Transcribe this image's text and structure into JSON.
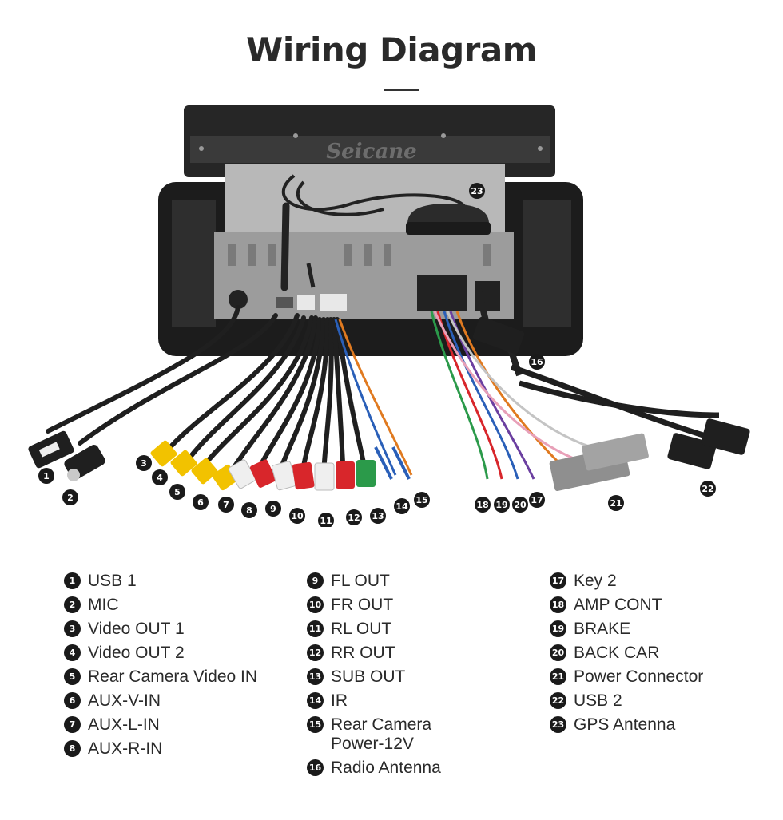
{
  "header": {
    "title": "Wiring Diagram"
  },
  "device": {
    "brand": "Seicane"
  },
  "colors": {
    "badge": "#1a1a1a",
    "cable": "#222222",
    "rca_yellow": "#f2c200",
    "rca_red": "#d8262b",
    "rca_white": "#efefef",
    "rca_green": "#2b9a4a",
    "connector_grey": "#8f8f8f"
  },
  "legend": {
    "columns": [
      [
        {
          "num": "1",
          "label": "USB 1"
        },
        {
          "num": "2",
          "label": "MIC"
        },
        {
          "num": "3",
          "label": "Video OUT 1"
        },
        {
          "num": "4",
          "label": "Video OUT 2"
        },
        {
          "num": "5",
          "label": "Rear Camera Video IN"
        },
        {
          "num": "6",
          "label": "AUX-V-IN"
        },
        {
          "num": "7",
          "label": "AUX-L-IN"
        },
        {
          "num": "8",
          "label": "AUX-R-IN"
        }
      ],
      [
        {
          "num": "9",
          "label": "FL OUT"
        },
        {
          "num": "10",
          "label": "FR OUT"
        },
        {
          "num": "11",
          "label": "RL OUT"
        },
        {
          "num": "12",
          "label": "RR OUT"
        },
        {
          "num": "13",
          "label": "SUB OUT"
        },
        {
          "num": "14",
          "label": "IR"
        },
        {
          "num": "15",
          "label": "Rear Camera\nPower-12V"
        },
        {
          "num": "16",
          "label": "Radio Antenna"
        }
      ],
      [
        {
          "num": "17",
          "label": "Key 2"
        },
        {
          "num": "18",
          "label": "AMP CONT"
        },
        {
          "num": "19",
          "label": "BRAKE"
        },
        {
          "num": "20",
          "label": "BACK CAR"
        },
        {
          "num": "21",
          "label": "Power Connector"
        },
        {
          "num": "22",
          "label": "USB 2"
        },
        {
          "num": "23",
          "label": "GPS Antenna"
        }
      ]
    ]
  },
  "markers": [
    {
      "num": "1"
    },
    {
      "num": "2"
    },
    {
      "num": "3"
    },
    {
      "num": "4"
    },
    {
      "num": "5"
    },
    {
      "num": "6"
    },
    {
      "num": "7"
    },
    {
      "num": "8"
    },
    {
      "num": "9"
    },
    {
      "num": "10"
    },
    {
      "num": "11"
    },
    {
      "num": "12"
    },
    {
      "num": "13"
    },
    {
      "num": "14"
    },
    {
      "num": "15"
    },
    {
      "num": "16"
    },
    {
      "num": "17"
    },
    {
      "num": "18"
    },
    {
      "num": "19"
    },
    {
      "num": "20"
    },
    {
      "num": "21"
    },
    {
      "num": "22"
    },
    {
      "num": "23"
    }
  ]
}
